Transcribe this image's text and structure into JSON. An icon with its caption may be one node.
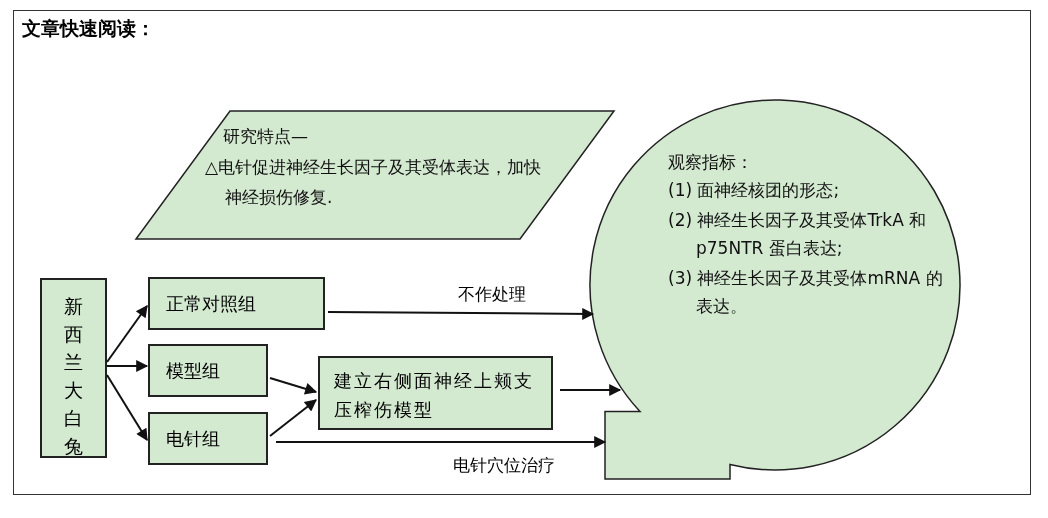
{
  "diagram": {
    "title": "文章快速阅读：",
    "nodes": [
      {
        "text": [
          "研究特点—",
          "△电针促进神经生长因子及其受体表达，加快神经损伤修复."
        ]
      },
      {
        "text": [
          "观察指标：",
          "(1) 面神经核团的形态;",
          "(2) 神经生长因子及其受体TrkA 和 p75NTR 蛋白表达;",
          "(3) 神经生长因子及其受体mRNA 的表达。"
        ]
      },
      {
        "text": [
          "新西兰大白兔"
        ]
      },
      {
        "text": [
          "正常对照组"
        ]
      },
      {
        "text": [
          "模型组"
        ]
      },
      {
        "text": [
          "电针组"
        ]
      },
      {
        "text": [
          "建立右侧面神经上颊支压榨伤模型"
        ]
      }
    ],
    "edges": [
      {
        "from": 2,
        "to": 3,
        "arrow": "to"
      },
      {
        "from": 2,
        "to": 4,
        "arrow": "to"
      },
      {
        "from": 2,
        "to": 5,
        "arrow": "to"
      },
      {
        "from": 3,
        "to": 1,
        "arrow": "to",
        "label": "不作处理"
      },
      {
        "from": 4,
        "to": 6,
        "arrow": "to"
      },
      {
        "from": 5,
        "to": 6,
        "arrow": "to"
      },
      {
        "from": 6,
        "to": 1,
        "arrow": "to"
      },
      {
        "from": 5,
        "to": 1,
        "arrow": "to",
        "label": "电针穴位治疗"
      }
    ]
  }
}
